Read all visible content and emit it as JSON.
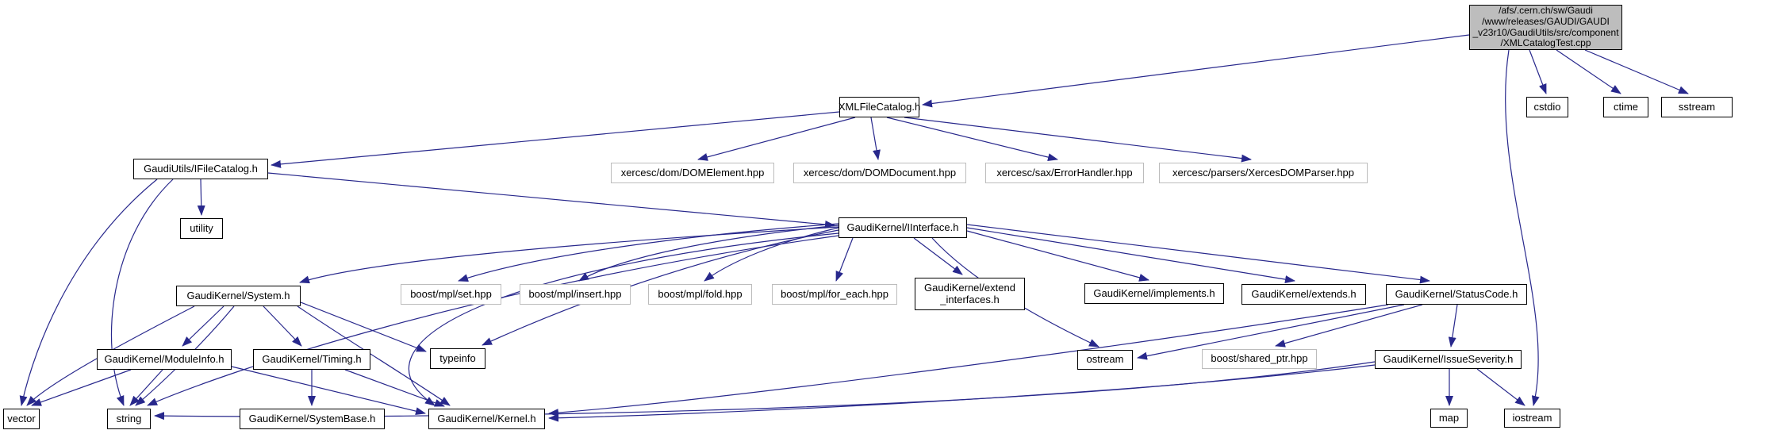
{
  "diagram": {
    "type": "include-dependency-graph",
    "colors": {
      "edge": "#28288c",
      "root_fill": "#bdbdbd",
      "node_fill": "#ffffff",
      "node_border": "#000000",
      "external_border": "#bcbcbc"
    },
    "nodes": [
      {
        "id": "root",
        "label": "/afs/.cern.ch/sw/Gaudi\n/www/releases/GAUDI/GAUDI\n_v23r10/GaudiUtils/src/component\n/XMLCatalogTest.cpp",
        "kind": "source"
      },
      {
        "id": "xmlfilecatalog",
        "label": "XMLFileCatalog.h",
        "kind": "internal"
      },
      {
        "id": "cstdio",
        "label": "cstdio",
        "kind": "std"
      },
      {
        "id": "ctime",
        "label": "ctime",
        "kind": "std"
      },
      {
        "id": "sstream",
        "label": "sstream",
        "kind": "std"
      },
      {
        "id": "ifilecatalog",
        "label": "GaudiUtils/IFileCatalog.h",
        "kind": "internal"
      },
      {
        "id": "domelement",
        "label": "xercesc/dom/DOMElement.hpp",
        "kind": "external"
      },
      {
        "id": "domdocument",
        "label": "xercesc/dom/DOMDocument.hpp",
        "kind": "external"
      },
      {
        "id": "errorhandler",
        "label": "xercesc/sax/ErrorHandler.hpp",
        "kind": "external"
      },
      {
        "id": "xercesdomparser",
        "label": "xercesc/parsers/XercesDOMParser.hpp",
        "kind": "external"
      },
      {
        "id": "utility",
        "label": "utility",
        "kind": "std"
      },
      {
        "id": "iinterface",
        "label": "GaudiKernel/IInterface.h",
        "kind": "internal"
      },
      {
        "id": "system",
        "label": "GaudiKernel/System.h",
        "kind": "internal"
      },
      {
        "id": "mpl_set",
        "label": "boost/mpl/set.hpp",
        "kind": "external"
      },
      {
        "id": "mpl_insert",
        "label": "boost/mpl/insert.hpp",
        "kind": "external"
      },
      {
        "id": "mpl_fold",
        "label": "boost/mpl/fold.hpp",
        "kind": "external"
      },
      {
        "id": "mpl_for_each",
        "label": "boost/mpl/for_each.hpp",
        "kind": "external"
      },
      {
        "id": "extend_interfaces",
        "label": "GaudiKernel/extend\n_interfaces.h",
        "kind": "internal"
      },
      {
        "id": "implements",
        "label": "GaudiKernel/implements.h",
        "kind": "internal"
      },
      {
        "id": "extends",
        "label": "GaudiKernel/extends.h",
        "kind": "internal"
      },
      {
        "id": "statuscode",
        "label": "GaudiKernel/StatusCode.h",
        "kind": "internal"
      },
      {
        "id": "moduleinfo",
        "label": "GaudiKernel/ModuleInfo.h",
        "kind": "internal"
      },
      {
        "id": "timing",
        "label": "GaudiKernel/Timing.h",
        "kind": "internal"
      },
      {
        "id": "typeinfo",
        "label": "typeinfo",
        "kind": "std"
      },
      {
        "id": "ostream",
        "label": "ostream",
        "kind": "std"
      },
      {
        "id": "shared_ptr",
        "label": "boost/shared_ptr.hpp",
        "kind": "external"
      },
      {
        "id": "issueseverity",
        "label": "GaudiKernel/IssueSeverity.h",
        "kind": "internal"
      },
      {
        "id": "vector",
        "label": "vector",
        "kind": "std"
      },
      {
        "id": "string",
        "label": "string",
        "kind": "std"
      },
      {
        "id": "systembase",
        "label": "GaudiKernel/SystemBase.h",
        "kind": "internal"
      },
      {
        "id": "kernel",
        "label": "GaudiKernel/Kernel.h",
        "kind": "internal"
      },
      {
        "id": "map",
        "label": "map",
        "kind": "std"
      },
      {
        "id": "iostream",
        "label": "iostream",
        "kind": "std"
      }
    ],
    "edges": [
      {
        "from": "root",
        "to": "xmlfilecatalog"
      },
      {
        "from": "root",
        "to": "cstdio"
      },
      {
        "from": "root",
        "to": "ctime"
      },
      {
        "from": "root",
        "to": "sstream"
      },
      {
        "from": "root",
        "to": "iostream"
      },
      {
        "from": "xmlfilecatalog",
        "to": "ifilecatalog"
      },
      {
        "from": "xmlfilecatalog",
        "to": "domelement"
      },
      {
        "from": "xmlfilecatalog",
        "to": "domdocument"
      },
      {
        "from": "xmlfilecatalog",
        "to": "errorhandler"
      },
      {
        "from": "xmlfilecatalog",
        "to": "xercesdomparser"
      },
      {
        "from": "ifilecatalog",
        "to": "utility"
      },
      {
        "from": "ifilecatalog",
        "to": "iinterface"
      },
      {
        "from": "ifilecatalog",
        "to": "string"
      },
      {
        "from": "ifilecatalog",
        "to": "vector"
      },
      {
        "from": "iinterface",
        "to": "system"
      },
      {
        "from": "iinterface",
        "to": "mpl_set"
      },
      {
        "from": "iinterface",
        "to": "mpl_insert"
      },
      {
        "from": "iinterface",
        "to": "mpl_fold"
      },
      {
        "from": "iinterface",
        "to": "mpl_for_each"
      },
      {
        "from": "iinterface",
        "to": "extend_interfaces"
      },
      {
        "from": "iinterface",
        "to": "implements"
      },
      {
        "from": "iinterface",
        "to": "extends"
      },
      {
        "from": "iinterface",
        "to": "statuscode"
      },
      {
        "from": "iinterface",
        "to": "ostream"
      },
      {
        "from": "iinterface",
        "to": "typeinfo"
      },
      {
        "from": "iinterface",
        "to": "kernel"
      },
      {
        "from": "iinterface",
        "to": "string"
      },
      {
        "from": "system",
        "to": "moduleinfo"
      },
      {
        "from": "system",
        "to": "timing"
      },
      {
        "from": "system",
        "to": "typeinfo"
      },
      {
        "from": "system",
        "to": "vector"
      },
      {
        "from": "system",
        "to": "string"
      },
      {
        "from": "system",
        "to": "kernel"
      },
      {
        "from": "moduleinfo",
        "to": "vector"
      },
      {
        "from": "moduleinfo",
        "to": "string"
      },
      {
        "from": "moduleinfo",
        "to": "kernel"
      },
      {
        "from": "timing",
        "to": "systembase"
      },
      {
        "from": "timing",
        "to": "kernel"
      },
      {
        "from": "statuscode",
        "to": "ostream"
      },
      {
        "from": "statuscode",
        "to": "shared_ptr"
      },
      {
        "from": "statuscode",
        "to": "issueseverity"
      },
      {
        "from": "statuscode",
        "to": "kernel"
      },
      {
        "from": "issueseverity",
        "to": "map"
      },
      {
        "from": "issueseverity",
        "to": "iostream"
      },
      {
        "from": "issueseverity",
        "to": "string"
      },
      {
        "from": "issueseverity",
        "to": "kernel"
      }
    ]
  }
}
